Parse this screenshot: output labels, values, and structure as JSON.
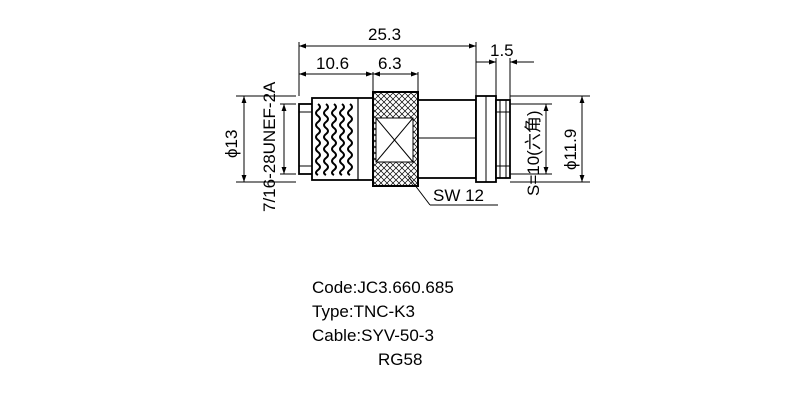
{
  "dimensions": {
    "overall_length": "25.3",
    "front_length": "10.6",
    "nut_length": "6.3",
    "rear_step": "1.5",
    "thread": "7/16-28UNEF-2A",
    "outer_diameter": "ϕ13",
    "rear_diameter": "ϕ11.9",
    "hex_size": "S=10(六角)",
    "wrench": "SW 12"
  },
  "specs": {
    "code": "Code:JC3.660.685",
    "type": "Type:TNC-K3",
    "cable": "Cable:SYV-50-3",
    "cable_alt": "RG58"
  }
}
